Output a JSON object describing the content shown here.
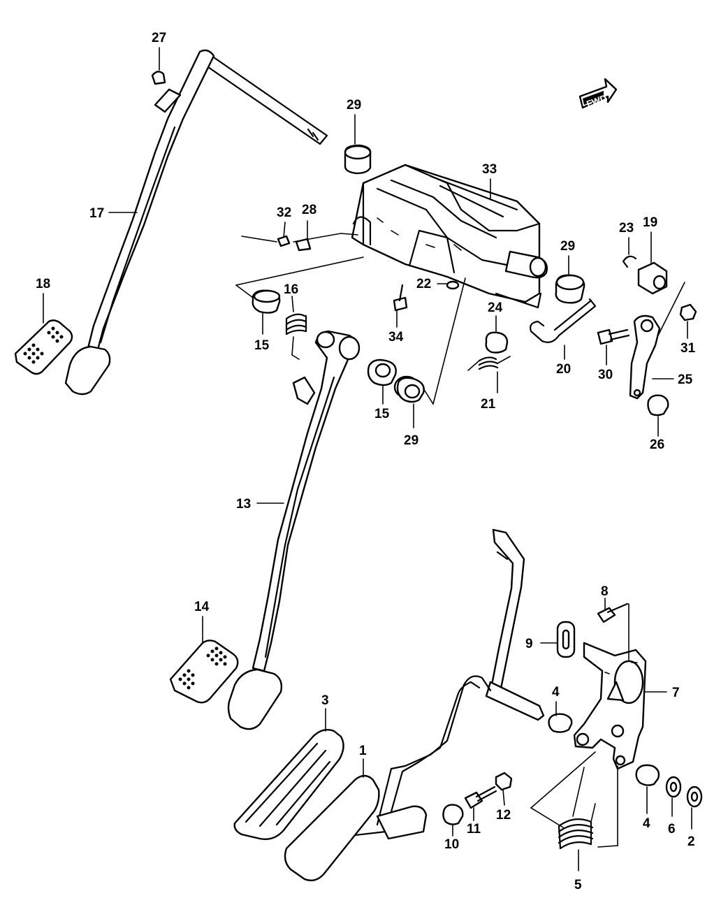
{
  "badge": {
    "text": "FWD",
    "icon": "forward-arrow-icon"
  },
  "parts": {
    "p1": "1",
    "p2": "2",
    "p3": "3",
    "p4a": "4",
    "p4b": "4",
    "p5": "5",
    "p6": "6",
    "p7": "7",
    "p8": "8",
    "p9": "9",
    "p10": "10",
    "p11": "11",
    "p12": "12",
    "p13": "13",
    "p14": "14",
    "p15a": "15",
    "p15b": "15",
    "p16": "16",
    "p17": "17",
    "p18": "18",
    "p19": "19",
    "p20": "20",
    "p21": "21",
    "p22": "22",
    "p23": "23",
    "p24": "24",
    "p25": "25",
    "p26": "26",
    "p27": "27",
    "p28": "28",
    "p29a": "29",
    "p29b": "29",
    "p29c": "29",
    "p30": "30",
    "p31": "31",
    "p32": "32",
    "p33": "33",
    "p34": "34"
  }
}
